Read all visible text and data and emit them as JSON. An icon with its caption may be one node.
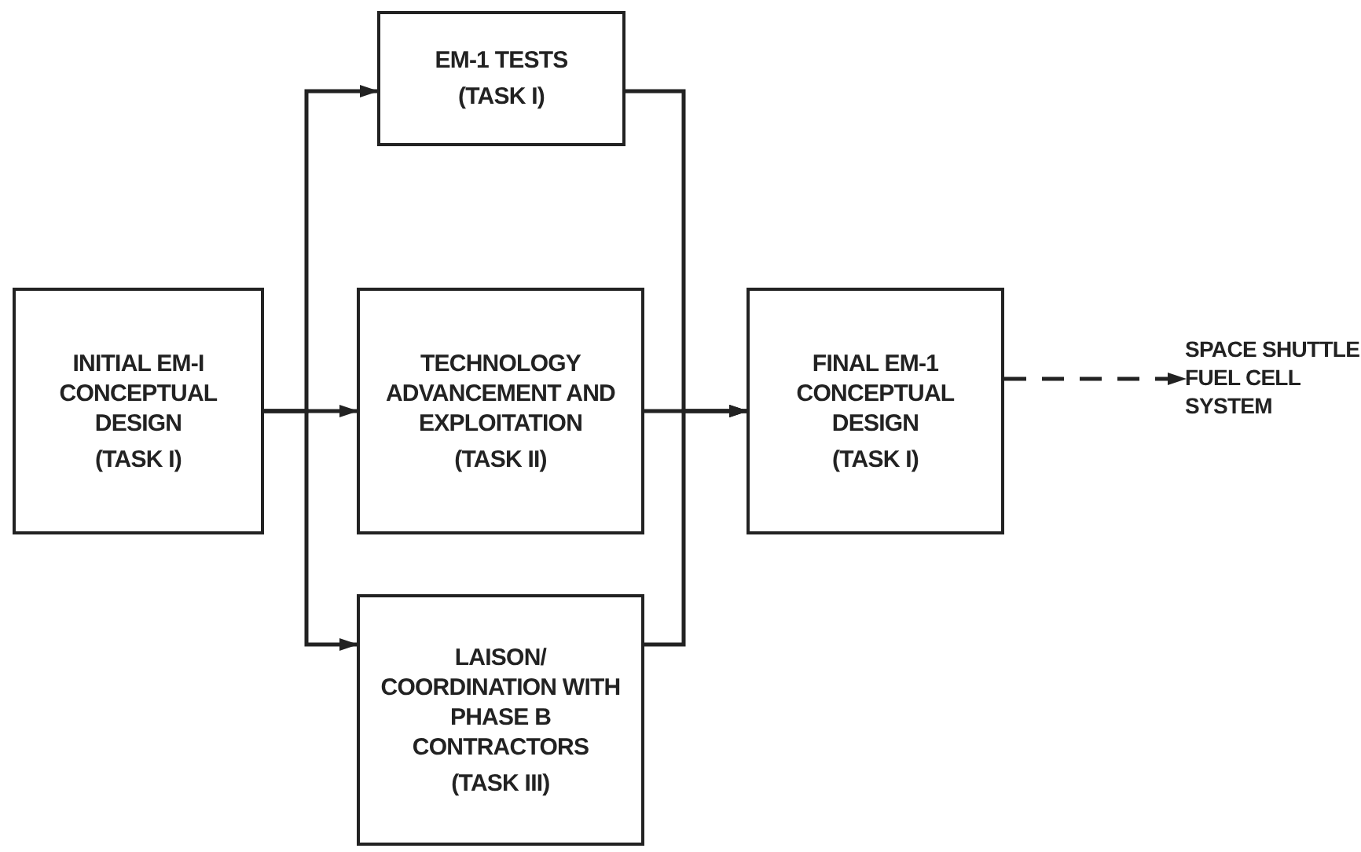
{
  "diagram": {
    "nodes": [
      {
        "text": [
          "INITIAL EM-I CONCEPTUAL DESIGN",
          "(TASK I)"
        ]
      },
      {
        "text": [
          "EM-1 TESTS",
          "(TASK I)"
        ]
      },
      {
        "text": [
          "TECHNOLOGY ADVANCEMENT AND EXPLOITATION",
          "(TASK II)"
        ]
      },
      {
        "text": [
          "LAISON/ COORDINATION WITH PHASE B CONTRACTORS",
          "(TASK III)"
        ]
      },
      {
        "text": [
          "FINAL EM-1 CONCEPTUAL DESIGN",
          "(TASK I)"
        ]
      },
      {
        "text": [
          "SPACE SHUTTLE FUEL CELL SYSTEM"
        ]
      }
    ],
    "edges": [
      {
        "from": 0,
        "to": 1,
        "arrow": "to"
      },
      {
        "from": 0,
        "to": 2,
        "arrow": "to"
      },
      {
        "from": 0,
        "to": 3,
        "arrow": "to"
      },
      {
        "from": 1,
        "to": 4,
        "arrow": "to"
      },
      {
        "from": 2,
        "to": 4,
        "arrow": "to"
      },
      {
        "from": 3,
        "to": 4,
        "arrow": "to"
      },
      {
        "from": 4,
        "to": 5,
        "arrow": "to",
        "style": "dashed"
      }
    ]
  }
}
